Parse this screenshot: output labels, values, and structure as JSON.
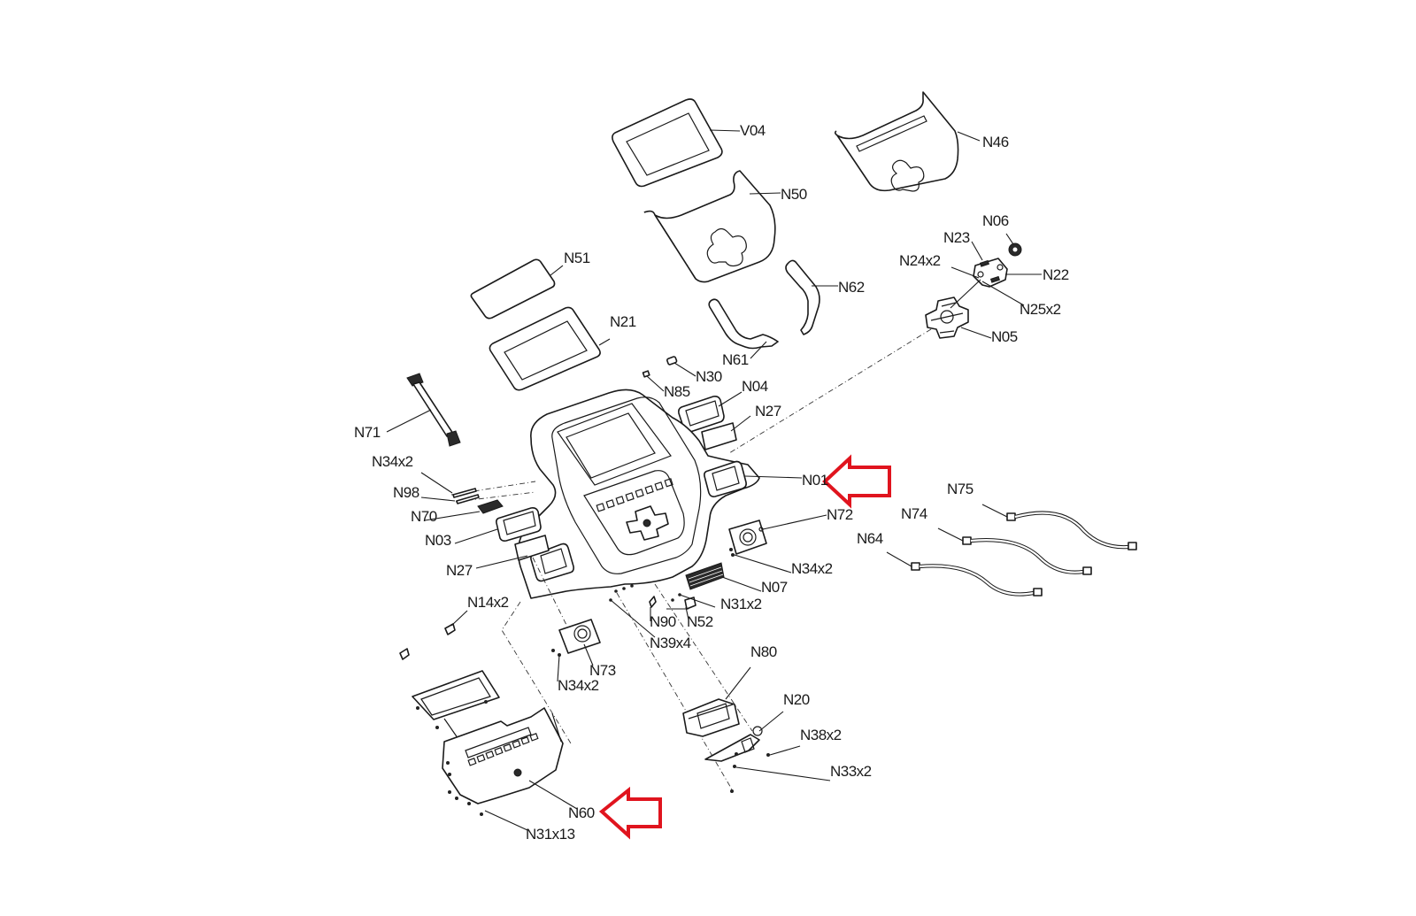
{
  "diagram": {
    "title": "Console exploded parts diagram",
    "highlight_color": "#e0141e",
    "line_color": "#1a1a1a",
    "labels": {
      "v04": "V04",
      "n46": "N46",
      "n50": "N50",
      "n06": "N06",
      "n23": "N23",
      "n24": "N24x2",
      "n22": "N22",
      "n25": "N25x2",
      "n05": "N05",
      "n51": "N51",
      "n62": "N62",
      "n21": "N21",
      "n61": "N61",
      "n30": "N30",
      "n85": "N85",
      "n04": "N04",
      "n27a": "N27",
      "n71": "N71",
      "n34a": "N34x2",
      "n98": "N98",
      "n01": "N01",
      "n75": "N75",
      "n70": "N70",
      "n72": "N72",
      "n74": "N74",
      "n03": "N03",
      "n64": "N64",
      "n27b": "N27",
      "n34b": "N34x2",
      "n07": "N07",
      "n14": "N14x2",
      "n31a": "N31x2",
      "n90": "N90",
      "n52": "N52",
      "n39": "N39x4",
      "n80": "N80",
      "n73": "N73",
      "n34c": "N34x2",
      "n20": "N20",
      "n38": "N38x2",
      "n33": "N33x2",
      "n60": "N60",
      "n31b": "N31x13"
    },
    "highlighted_parts": [
      "N01",
      "N60"
    ]
  }
}
